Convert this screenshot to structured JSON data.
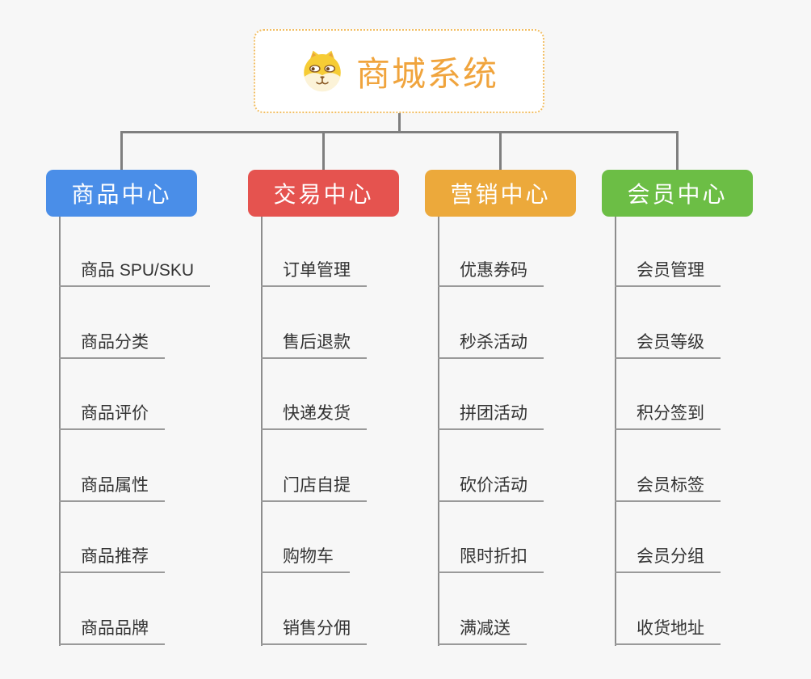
{
  "root": {
    "label": "商城系统",
    "icon": "dog-face-icon",
    "text_color": "#F0A43D",
    "border_color": "#F2BE63"
  },
  "connectors": {
    "color": "#7F7F7F"
  },
  "branches": [
    {
      "label": "商品中心",
      "color": "#4A8EE8",
      "items": [
        "商品 SPU/SKU",
        "商品分类",
        "商品评价",
        "商品属性",
        "商品推荐",
        "商品品牌"
      ]
    },
    {
      "label": "交易中心",
      "color": "#E5534F",
      "items": [
        "订单管理",
        "售后退款",
        "快递发货",
        "门店自提",
        "购物车",
        "销售分佣"
      ]
    },
    {
      "label": "营销中心",
      "color": "#ECA93B",
      "items": [
        "优惠券码",
        "秒杀活动",
        "拼团活动",
        "砍价活动",
        "限时折扣",
        "满减送"
      ]
    },
    {
      "label": "会员中心",
      "color": "#6CBE45",
      "items": [
        "会员管理",
        "会员等级",
        "积分签到",
        "会员标签",
        "会员分组",
        "收货地址"
      ]
    }
  ]
}
